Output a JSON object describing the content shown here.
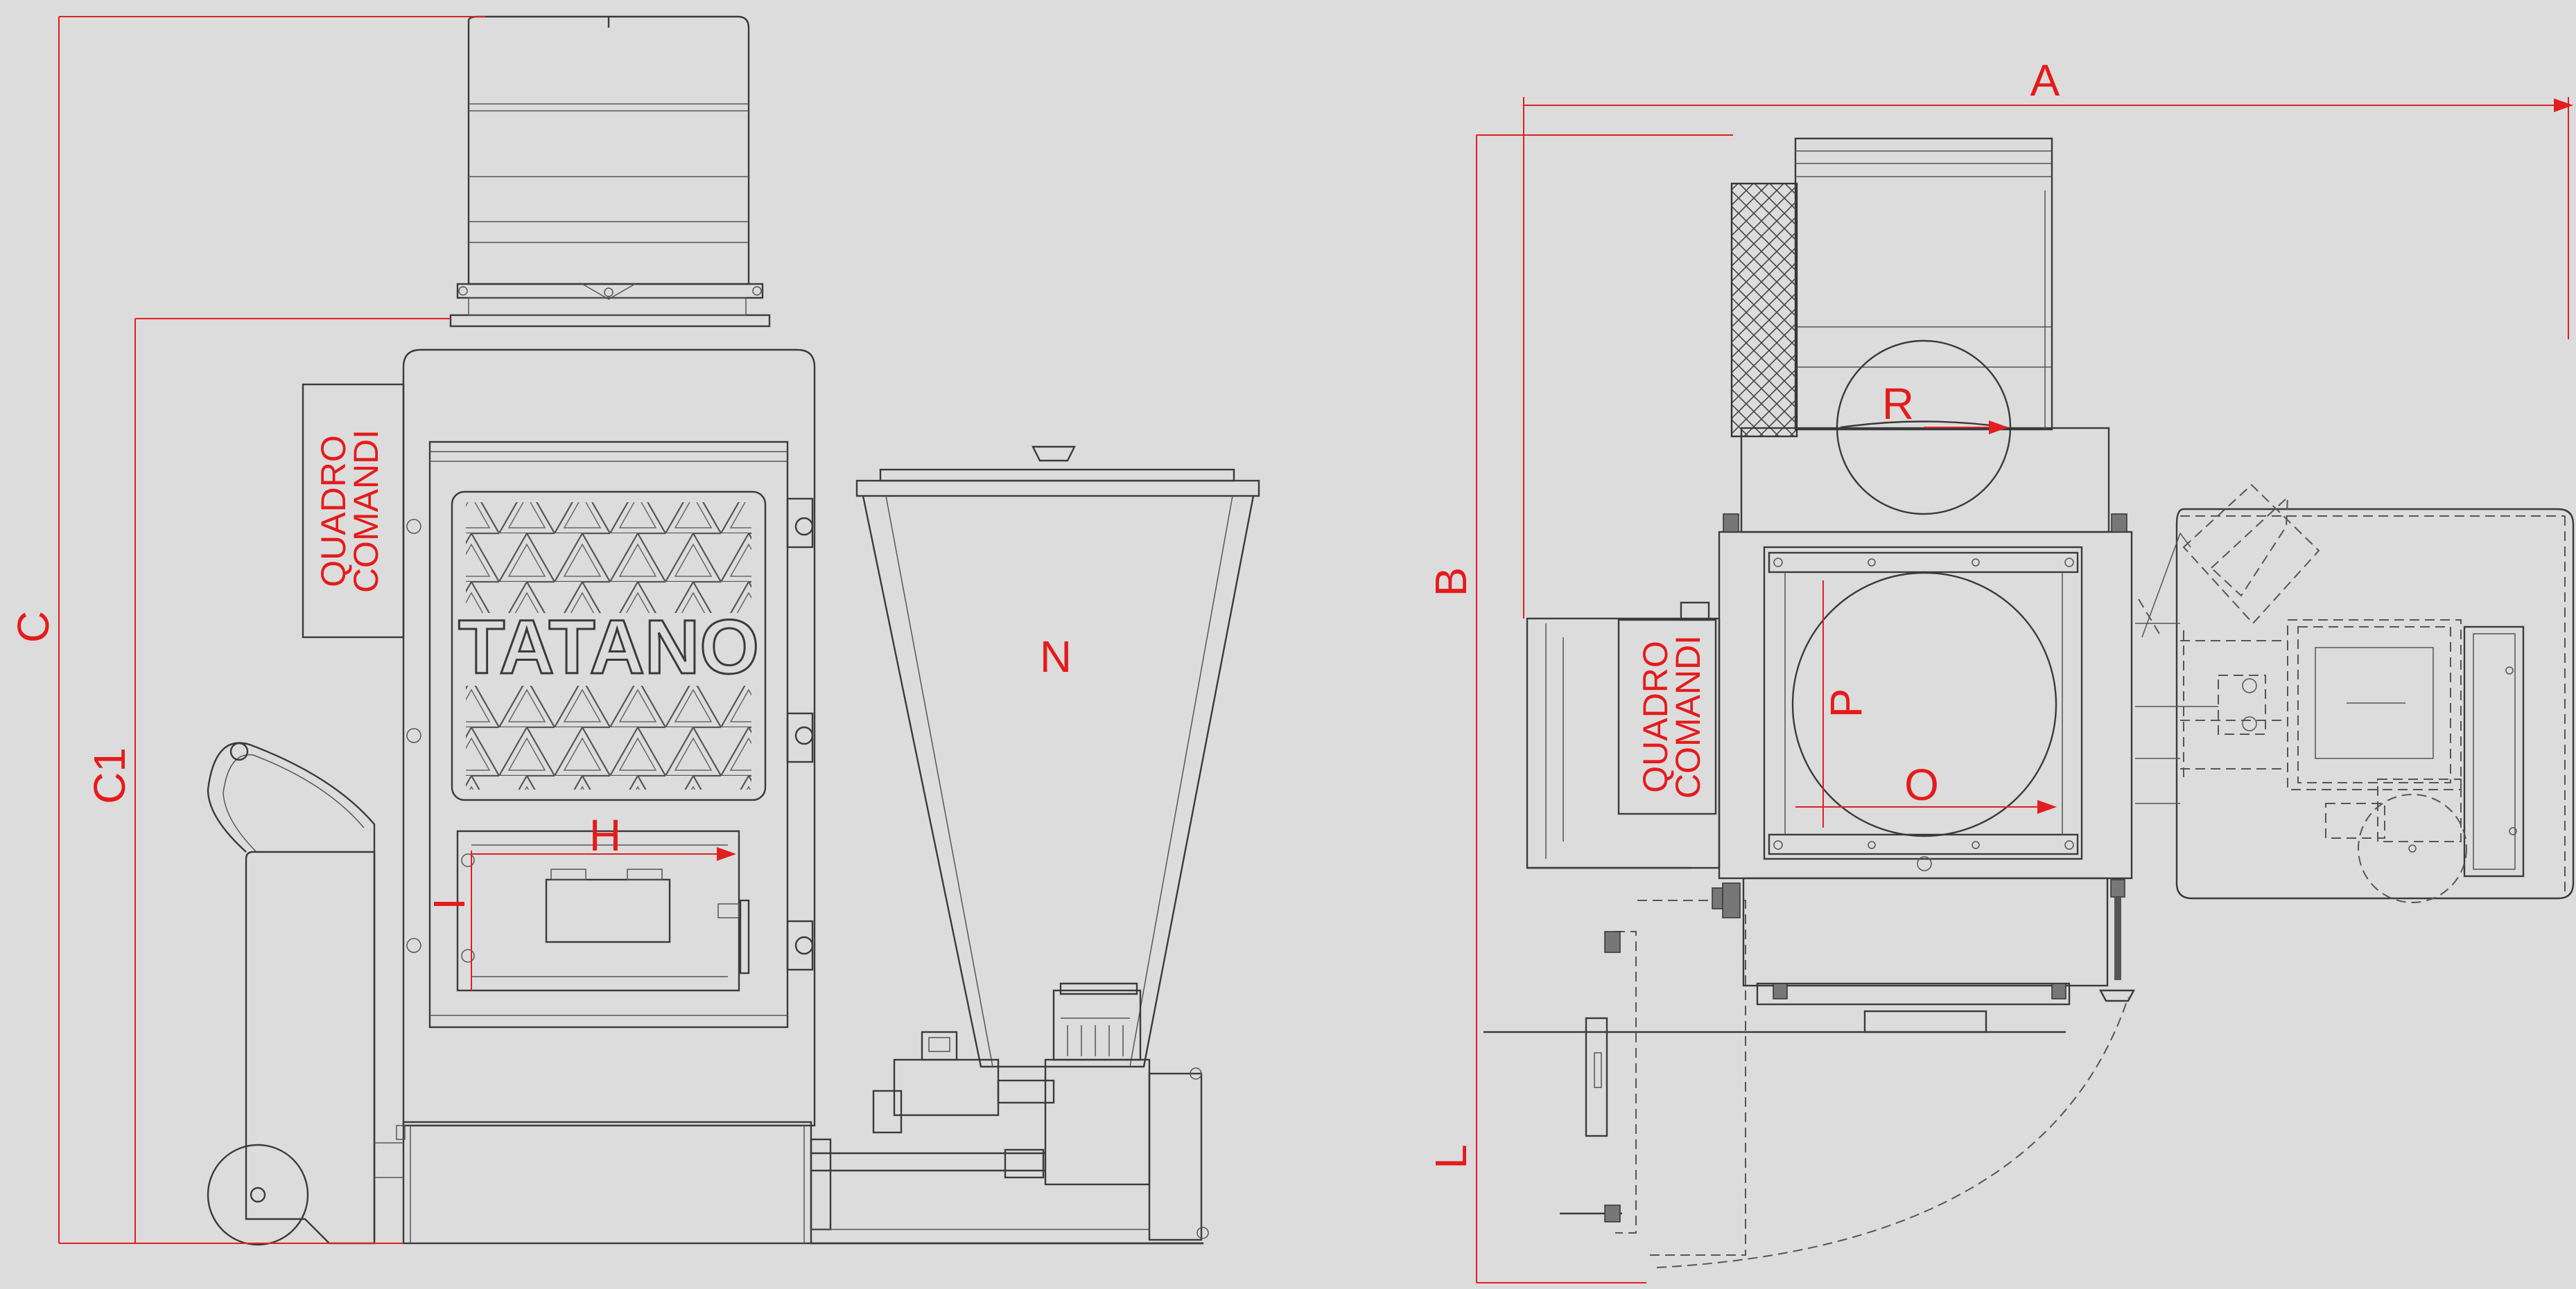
{
  "front_view": {
    "brand_label": "TATANO",
    "panel_label_line1": "QUADRO",
    "panel_label_line2": "COMANDI",
    "dimensions": {
      "c": "C",
      "c1": "C1",
      "h": "H",
      "i": "I",
      "n": "N"
    }
  },
  "top_view": {
    "panel_label_line1": "QUADRO",
    "panel_label_line2": "COMANDI",
    "dimensions": {
      "a": "A",
      "b": "B",
      "l": "L",
      "r": "R",
      "p": "P",
      "o": "O"
    }
  },
  "colors": {
    "dimension": "#e51b1b",
    "line": "#3a3a3a",
    "background": "#dcdcdc"
  }
}
